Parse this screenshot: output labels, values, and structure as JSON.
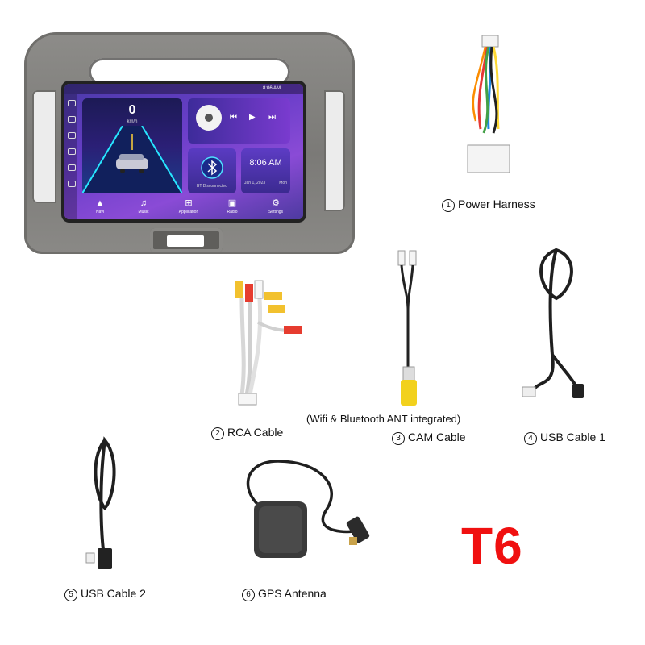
{
  "device": {
    "status_time": "8:06 AM",
    "speed_value": "0",
    "speed_unit": "km/h",
    "clock_time": "8:06 AM",
    "clock_date": "Jan 1, 2023",
    "clock_day": "Mon",
    "bt_status": "BT Disconnected",
    "dock": [
      {
        "label": "Navi",
        "icon": "navigation-icon"
      },
      {
        "label": "Music",
        "icon": "music-note-icon"
      },
      {
        "label": "Application",
        "icon": "grid-icon"
      },
      {
        "label": "Radio",
        "icon": "radio-icon"
      },
      {
        "label": "Settings",
        "icon": "gear-icon"
      }
    ]
  },
  "accessories": {
    "item1": {
      "num": "1",
      "label": "Power Harness"
    },
    "item2": {
      "num": "2",
      "label": "RCA Cable"
    },
    "item3": {
      "num": "3",
      "label": "CAM Cable",
      "note": "(Wifi & Bluetooth ANT integrated)"
    },
    "item4": {
      "num": "4",
      "label": "USB Cable 1"
    },
    "item5": {
      "num": "5",
      "label": "USB Cable 2"
    },
    "item6": {
      "num": "6",
      "label": "GPS Antenna"
    }
  },
  "badge": "T6",
  "colors": {
    "badge": "#f01010",
    "frame": "#858481",
    "screen": "#6a3ec9"
  }
}
